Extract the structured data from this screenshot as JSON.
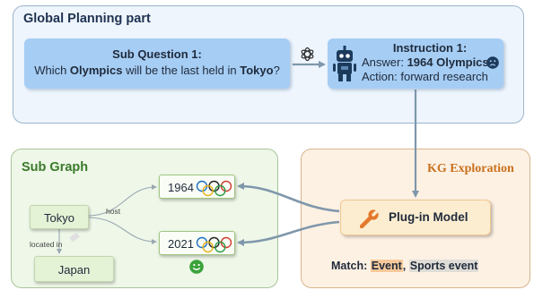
{
  "global_planning": {
    "title": "Global Planning part",
    "sub_question": {
      "label": "Sub Question 1:",
      "text_pre": "Which ",
      "text_bold1": "Olympics",
      "text_mid": " will be the last held in ",
      "text_bold2": "Tokyo",
      "text_post": "?"
    },
    "instruction": {
      "label": "Instruction 1:",
      "answer_prefix": "Answer: ",
      "answer_value": "1964 Olympics",
      "action": "Action: forward research"
    }
  },
  "sub_graph": {
    "title": "Sub Graph",
    "nodes": {
      "tokyo": "Tokyo",
      "japan": "Japan",
      "year1": "1964",
      "year2": "2021"
    },
    "edges": {
      "host": "host",
      "located_in": "located in"
    }
  },
  "kg_exploration": {
    "title": "KG Exploration",
    "plugin_label": "Plug-in Model",
    "match_prefix": "Match: ",
    "match_term1": "Event",
    "match_sep": ", ",
    "match_term2": "Sports event"
  },
  "icons": [
    "openai-icon",
    "robot-icon",
    "sad-face-icon",
    "smile-face-icon",
    "wrench-icon",
    "olympic-rings-icon"
  ],
  "colors": {
    "global_panel": "#eef5fd",
    "subgraph_panel": "#eef7e8",
    "kg_panel": "#fdf1e3",
    "blue_box": "#a6cdf4",
    "title_blue": "#1e3250",
    "title_green": "#3a7a2a",
    "title_orange": "#c9711f",
    "arrow": "#7f97ab",
    "smile_green": "#3aa33a"
  }
}
